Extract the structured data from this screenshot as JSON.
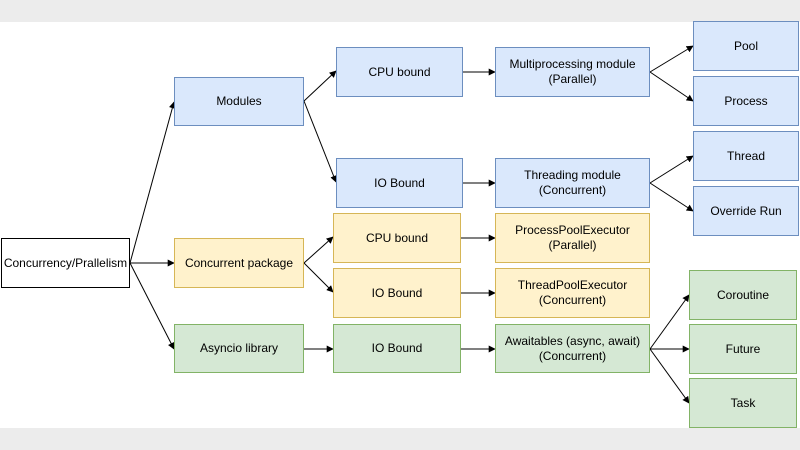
{
  "diagram": {
    "root": "Concurrency/Prallelism",
    "modules": "Modules",
    "concurrent_package": "Concurrent package",
    "asyncio_library": "Asyncio library",
    "modules_cpu_bound": "CPU bound",
    "modules_io_bound": "IO Bound",
    "concurrent_cpu_bound": "CPU bound",
    "concurrent_io_bound": "IO Bound",
    "asyncio_io_bound": "IO Bound",
    "multiprocessing_module": "Multiprocessing module\n(Parallel)",
    "threading_module": "Threading module\n(Concurrent)",
    "process_pool_executor": "ProcessPoolExecutor\n(Parallel)",
    "thread_pool_executor": "ThreadPoolExecutor\n(Concurrent)",
    "awaitables": "Awaitables (async, await)\n(Concurrent)",
    "pool": "Pool",
    "process": "Process",
    "thread": "Thread",
    "override_run": "Override Run",
    "coroutine": "Coroutine",
    "future": "Future",
    "task": "Task"
  },
  "colors": {
    "blue_fill": "#dae8fc",
    "blue_stroke": "#6c8ebf",
    "yellow_fill": "#fff2cc",
    "yellow_stroke": "#d6b656",
    "green_fill": "#d5e8d4",
    "green_stroke": "#82b366",
    "edge": "#000000"
  }
}
